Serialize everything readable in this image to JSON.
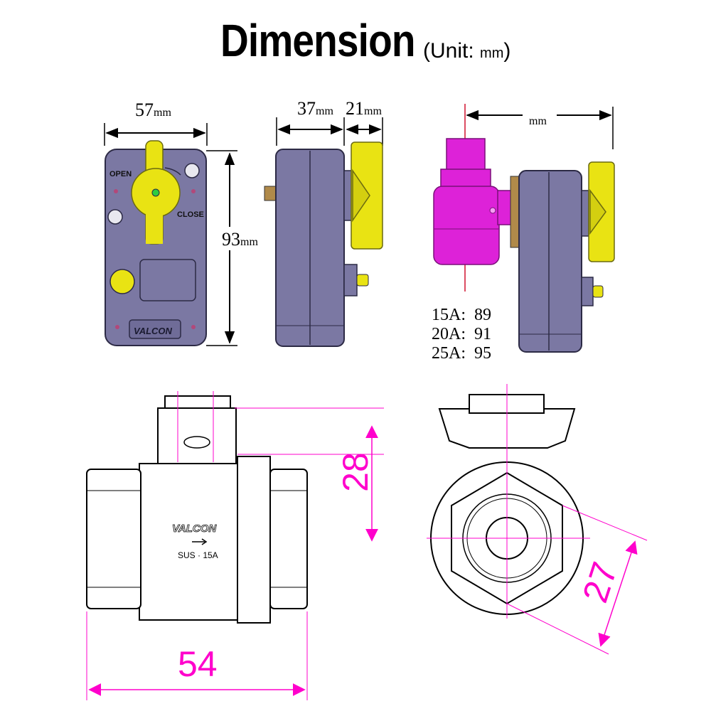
{
  "header": {
    "title": "Dimension",
    "unit_prefix": "(Unit:",
    "unit_mm": "mm",
    "unit_suffix": ")"
  },
  "front_view": {
    "width_value": "57",
    "width_unit": "mm",
    "height_value": "93",
    "height_unit": "mm",
    "label_open": "OPEN",
    "label_close": "CLOSE",
    "logo": "VALCON"
  },
  "side_view": {
    "depth_value": "37",
    "depth_unit": "mm",
    "knob_value": "21",
    "knob_unit": "mm"
  },
  "assembly_view": {
    "overall_unit": "mm",
    "sizes": [
      {
        "size": "15A:",
        "value": "89"
      },
      {
        "size": "20A:",
        "value": "91"
      },
      {
        "size": "25A:",
        "value": "95"
      }
    ]
  },
  "valve_side_view": {
    "height_value": "28",
    "length_value": "54",
    "logo": "VALCON",
    "marking": "SUS · 15A"
  },
  "valve_end_view": {
    "hex_value": "27"
  },
  "colors": {
    "housing": "#7b78a3",
    "knob": "#e9e313",
    "valve_body": "#dd22d8",
    "dimension_line": "#ff00cc"
  }
}
